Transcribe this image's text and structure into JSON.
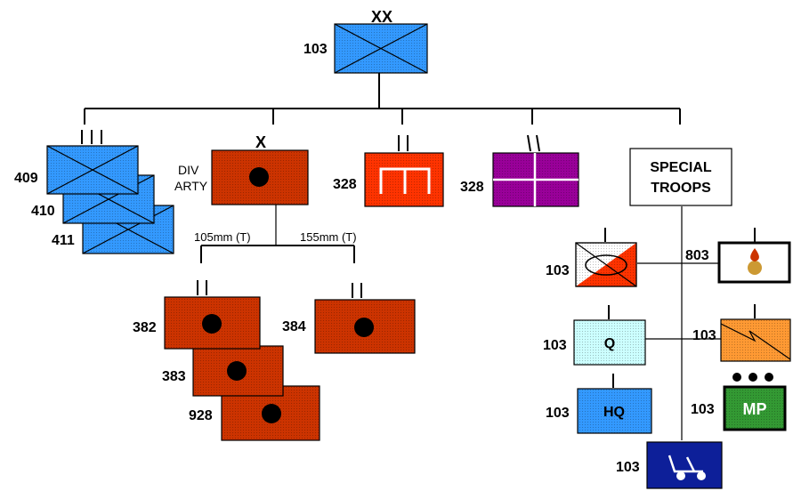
{
  "division": {
    "echelon": "XX",
    "number": "103"
  },
  "infantry": [
    {
      "number": "409",
      "echelon": "III"
    },
    {
      "number": "410",
      "echelon": "III"
    },
    {
      "number": "411",
      "echelon": "III"
    }
  ],
  "artillery": {
    "echelon": "X",
    "label_line1": "DIV",
    "label_line2": "ARTY",
    "branch_left": "105mm (T)",
    "branch_right": "155mm (T)",
    "battalions_105": [
      "382",
      "383",
      "928"
    ],
    "battalion_155": "384"
  },
  "engineer": {
    "number": "328",
    "echelon": "II"
  },
  "signal": {
    "number": "328",
    "echelon": "II"
  },
  "special_troops": {
    "label_line1": "SPECIAL",
    "label_line2": "TROOPS",
    "recon": "103",
    "ordnance": "803",
    "quartermaster": {
      "number": "103",
      "label": "Q"
    },
    "signal_co": "103",
    "hq": {
      "number": "103",
      "label": "HQ"
    },
    "mp": {
      "number": "103",
      "label": "MP"
    },
    "medical": "103"
  },
  "colors": {
    "infantry": "#3399ff",
    "artillery": "#cc3300",
    "engineer": "#ff3300",
    "signal_purple": "#990099",
    "quartermaster": "#ccffff",
    "signal_orange": "#ff9933",
    "mp": "#339933",
    "medical": "#0d1f99"
  }
}
